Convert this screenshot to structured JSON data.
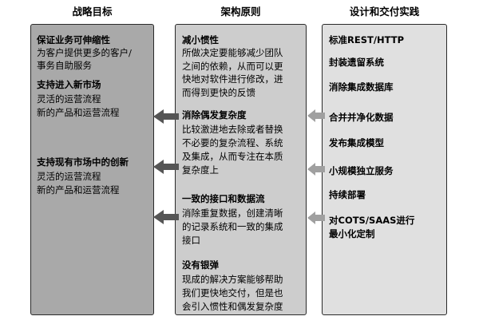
{
  "headers": {
    "left": "战略目标",
    "middle": "架构原则",
    "right": "设计和交付实践"
  },
  "goals": [
    {
      "title": "保证业务可伸缩性",
      "lines": [
        "为客户提供更多的客户/",
        "事务自助服务"
      ]
    },
    {
      "title": "支持进入新市场",
      "lines": [
        "灵活的运营流程",
        "新的产品和运营流程"
      ]
    },
    {
      "title": "支持现有市场中的创新",
      "lines": [
        "灵活的运营流程",
        "新的产品和运营流程"
      ]
    }
  ],
  "principles": [
    {
      "title": "减小惯性",
      "lines": [
        "所做决定要能够减少团队",
        "之间的依赖，从而可以更",
        "快地对软件进行修改，进",
        "而得到更快的反馈"
      ]
    },
    {
      "title": "消除偶发复杂度",
      "lines": [
        "比较激进地去除或者替换",
        "不必要的复杂流程、系统",
        "及集成，从而专注在本质",
        "复杂度上"
      ]
    },
    {
      "title": "一致的接口和数据流",
      "lines": [
        "消除重复数据，创建清晰",
        "的记录系统和一致的集成",
        "接口"
      ]
    },
    {
      "title": "没有银弹",
      "lines": [
        "现成的解决方案能够帮助",
        "我们更快地交付，但是也",
        "会引入惯性和偶发复杂度"
      ]
    }
  ],
  "practices": [
    "标准REST/HTTP",
    "封装遗留系统",
    "消除集成数据库",
    "合并并净化数据",
    "发布集成模型",
    "小规模独立服务",
    "持续部署",
    "对COTS/SAAS进行",
    "最小化定制"
  ],
  "colors": {
    "left_box": "#a9a9a9",
    "middle_box": "#cdcdcd",
    "right_box": "#e0e0e0",
    "border": "#2a2a2a",
    "big_arrow": "#555555",
    "small_arrow": "#a0a0a0"
  }
}
